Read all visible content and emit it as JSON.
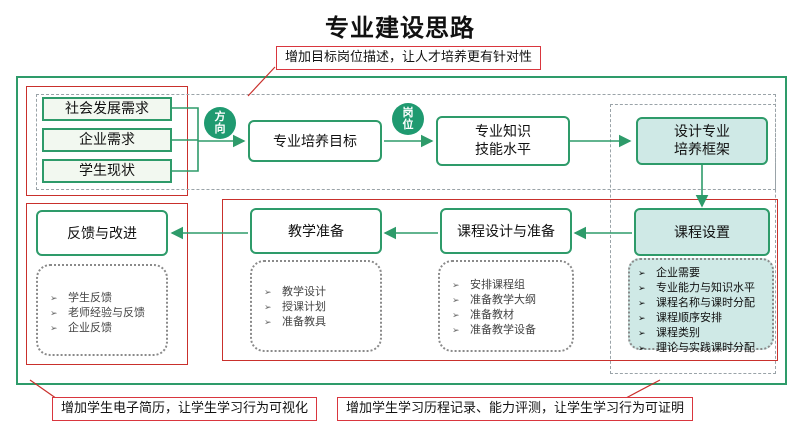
{
  "title": "专业建设思路",
  "notes": {
    "top": "增加目标岗位描述，让人才培养更有针对性",
    "bottom_left": "增加学生电子简历，让学生学习行为可视化",
    "bottom_right": "增加学生学习历程记录、能力评测，让学生学习行为可证明"
  },
  "inputs": [
    "社会发展需求",
    "企业需求",
    "学生现状"
  ],
  "badges": {
    "direction": "方\n向",
    "position": "岗\n位"
  },
  "flow_top": {
    "goal": "专业培养目标",
    "skills": "专业知识\n技能水平",
    "framework": "设计专业\n培养框架"
  },
  "flow_bottom": {
    "course_setting": "课程设置",
    "course_design": "课程设计与准备",
    "teaching_prep": "教学准备",
    "feedback": "反馈与改进"
  },
  "lists": {
    "course_setting": [
      "企业需要",
      "专业能力与知识水平",
      "课程名称与课时分配",
      "课程顺序安排",
      "课程类别",
      "理论与实践课时分配"
    ],
    "course_design": [
      "安排课程组",
      "准备教学大纲",
      "准备教材",
      "准备教学设备"
    ],
    "teaching_prep": [
      "教学设计",
      "授课计划",
      "准备教具"
    ],
    "feedback": [
      "学生反馈",
      "老师经验与反馈",
      "企业反馈"
    ]
  },
  "colors": {
    "green": "#2e9b6a",
    "red": "#c9302c",
    "teal_fill": "#cfe9e6",
    "badge": "#1f9a70"
  }
}
